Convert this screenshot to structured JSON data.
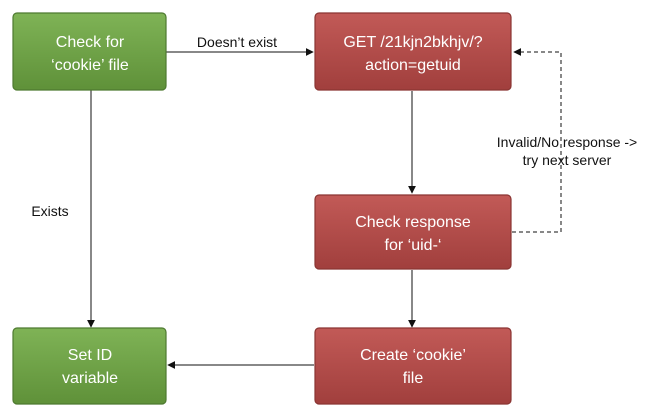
{
  "diagram": {
    "nodes": {
      "check_cookie": {
        "line1": "Check for",
        "line2": "‘cookie’ file",
        "fill": "#6fa248",
        "stroke": "#4e7a30"
      },
      "get_request": {
        "line1": "GET /21kjn2bkhjv/?",
        "line2": "action=getuid",
        "fill": "#b34a48",
        "stroke": "#8a3533"
      },
      "check_response": {
        "line1": "Check response",
        "line2": "for ‘uid-‘",
        "fill": "#b34a48",
        "stroke": "#8a3533"
      },
      "set_id": {
        "line1": "Set ID",
        "line2": "variable",
        "fill": "#6fa248",
        "stroke": "#4e7a30"
      },
      "create_cookie": {
        "line1": "Create ‘cookie’",
        "line2": "file",
        "fill": "#b34a48",
        "stroke": "#8a3533"
      }
    },
    "edges": {
      "doesnt_exist": "Doesn’t exist",
      "exists": "Exists",
      "retry_line1": "Invalid/No response ->",
      "retry_line2": "try next server"
    }
  }
}
